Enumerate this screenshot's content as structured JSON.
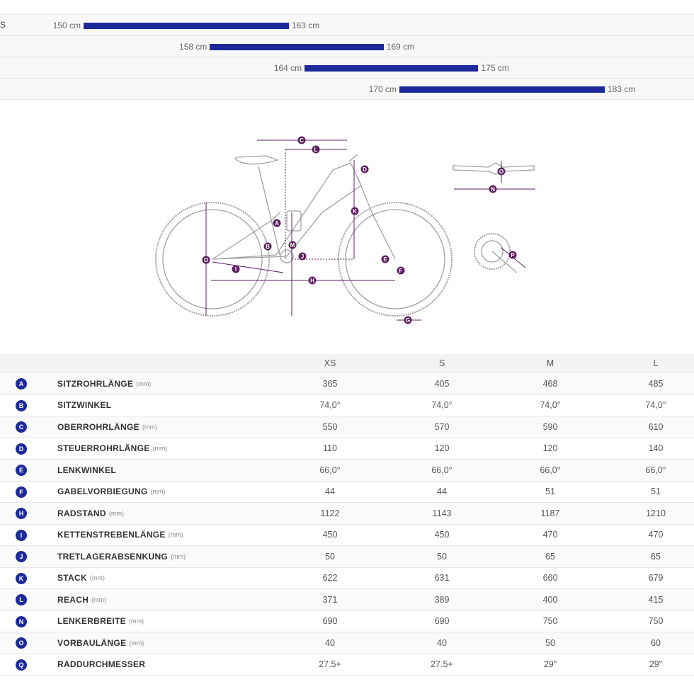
{
  "size_ranges": [
    {
      "size": "S",
      "min": "150 cm",
      "max": "163 cm",
      "min_value": 150,
      "max_value": 163
    },
    {
      "size": "",
      "min": "158 cm",
      "max": "169 cm",
      "min_value": 158,
      "max_value": 169
    },
    {
      "size": "",
      "min": "164 cm",
      "max": "175 cm",
      "min_value": 164,
      "max_value": 175
    },
    {
      "size": "",
      "min": "170 cm",
      "max": "183 cm",
      "min_value": 170,
      "max_value": 183
    }
  ],
  "diagram_letters": [
    "C",
    "L",
    "D",
    "K",
    "A",
    "B",
    "M",
    "J",
    "O",
    "I",
    "H",
    "E",
    "F",
    "G",
    "N",
    "P"
  ],
  "colors": {
    "accent": "#1d2a9a",
    "diagram_marker": "#5c1f5f",
    "bike_line": "#9a9a9a"
  },
  "table": {
    "headers": [
      "XS",
      "S",
      "M",
      "L"
    ],
    "rows": [
      {
        "key": "A",
        "label": "SITZROHRLÄNGE",
        "unit": "(mm)",
        "values": [
          "365",
          "405",
          "468",
          "485"
        ]
      },
      {
        "key": "B",
        "label": "SITZWINKEL",
        "unit": "",
        "values": [
          "74,0°",
          "74,0°",
          "74,0°",
          "74,0°"
        ]
      },
      {
        "key": "C",
        "label": "OBERROHRLÄNGE",
        "unit": "(mm)",
        "values": [
          "550",
          "570",
          "590",
          "610"
        ]
      },
      {
        "key": "D",
        "label": "STEUERROHRLÄNGE",
        "unit": "(mm)",
        "values": [
          "110",
          "120",
          "120",
          "140"
        ]
      },
      {
        "key": "E",
        "label": "LENKWINKEL",
        "unit": "",
        "values": [
          "66,0°",
          "66,0°",
          "66,0°",
          "66,0°"
        ]
      },
      {
        "key": "F",
        "label": "GABELVORBIEGUNG",
        "unit": "(mm)",
        "values": [
          "44",
          "44",
          "51",
          "51"
        ]
      },
      {
        "key": "H",
        "label": "RADSTAND",
        "unit": "(mm)",
        "values": [
          "1122",
          "1143",
          "1187",
          "1210"
        ]
      },
      {
        "key": "I",
        "label": "KETTENSTREBENLÄNGE",
        "unit": "(mm)",
        "values": [
          "450",
          "450",
          "470",
          "470"
        ]
      },
      {
        "key": "J",
        "label": "TRETLAGERABSENKUNG",
        "unit": "(mm)",
        "values": [
          "50",
          "50",
          "65",
          "65"
        ]
      },
      {
        "key": "K",
        "label": "STACK",
        "unit": "(mm)",
        "values": [
          "622",
          "631",
          "660",
          "679"
        ]
      },
      {
        "key": "L",
        "label": "REACH",
        "unit": "(mm)",
        "values": [
          "371",
          "389",
          "400",
          "415"
        ]
      },
      {
        "key": "N",
        "label": "LENKERBREITE",
        "unit": "(mm)",
        "values": [
          "690",
          "690",
          "750",
          "750"
        ]
      },
      {
        "key": "O",
        "label": "VORBAULÄNGE",
        "unit": "(mm)",
        "values": [
          "40",
          "40",
          "50",
          "60"
        ]
      },
      {
        "key": "Q",
        "label": "RADDURCHMESSER",
        "unit": "",
        "values": [
          "27.5+",
          "27.5+",
          "29\"",
          "29\""
        ]
      }
    ]
  }
}
